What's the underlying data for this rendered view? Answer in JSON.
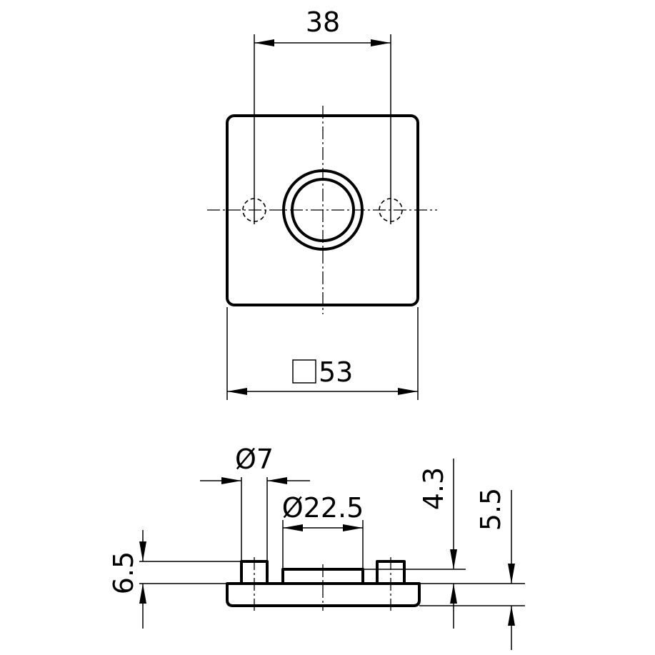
{
  "top_view": {
    "hole_spacing": "38",
    "square_size": "53"
  },
  "side_view": {
    "pin_diameter": "Ø7",
    "boss_diameter": "Ø22.5",
    "total_height": "6.5",
    "boss_height": "4.3",
    "pin_height": "5.5"
  }
}
